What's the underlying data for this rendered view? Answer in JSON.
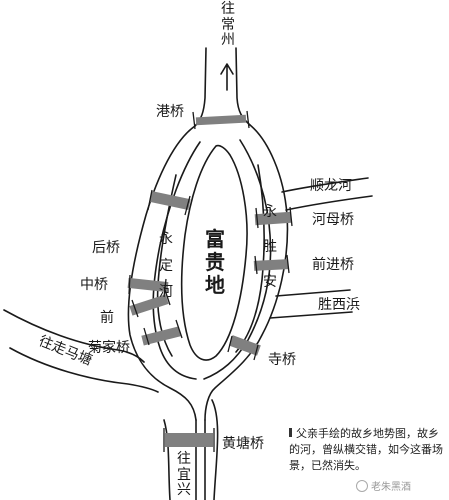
{
  "map": {
    "labels": {
      "to_changzhou": "往常州",
      "gang_bridge": "港桥",
      "shunlong_river": "顺龙河",
      "hemu_bridge": "河母桥",
      "qianjin_bridge": "前进桥",
      "shengxi_bang": "胜西浜",
      "si_bridge": "寺桥",
      "hou_bridge": "后桥",
      "zhong_bridge": "中桥",
      "qian": "前",
      "jujia_bridge": "菊家桥",
      "to_zoumatang": "往走马塘",
      "huangtang_bridge": "黄塘桥",
      "to_yixing": "往宜兴",
      "fuguidi": "富贵地",
      "yongding_river": "永定河",
      "yongsheng_an": "永胜安"
    },
    "caption": "父亲手绘的故乡地势图，故乡的河，曾纵横交错，如今这番场景，已然消失。",
    "watermark": "老朱黑酒"
  }
}
